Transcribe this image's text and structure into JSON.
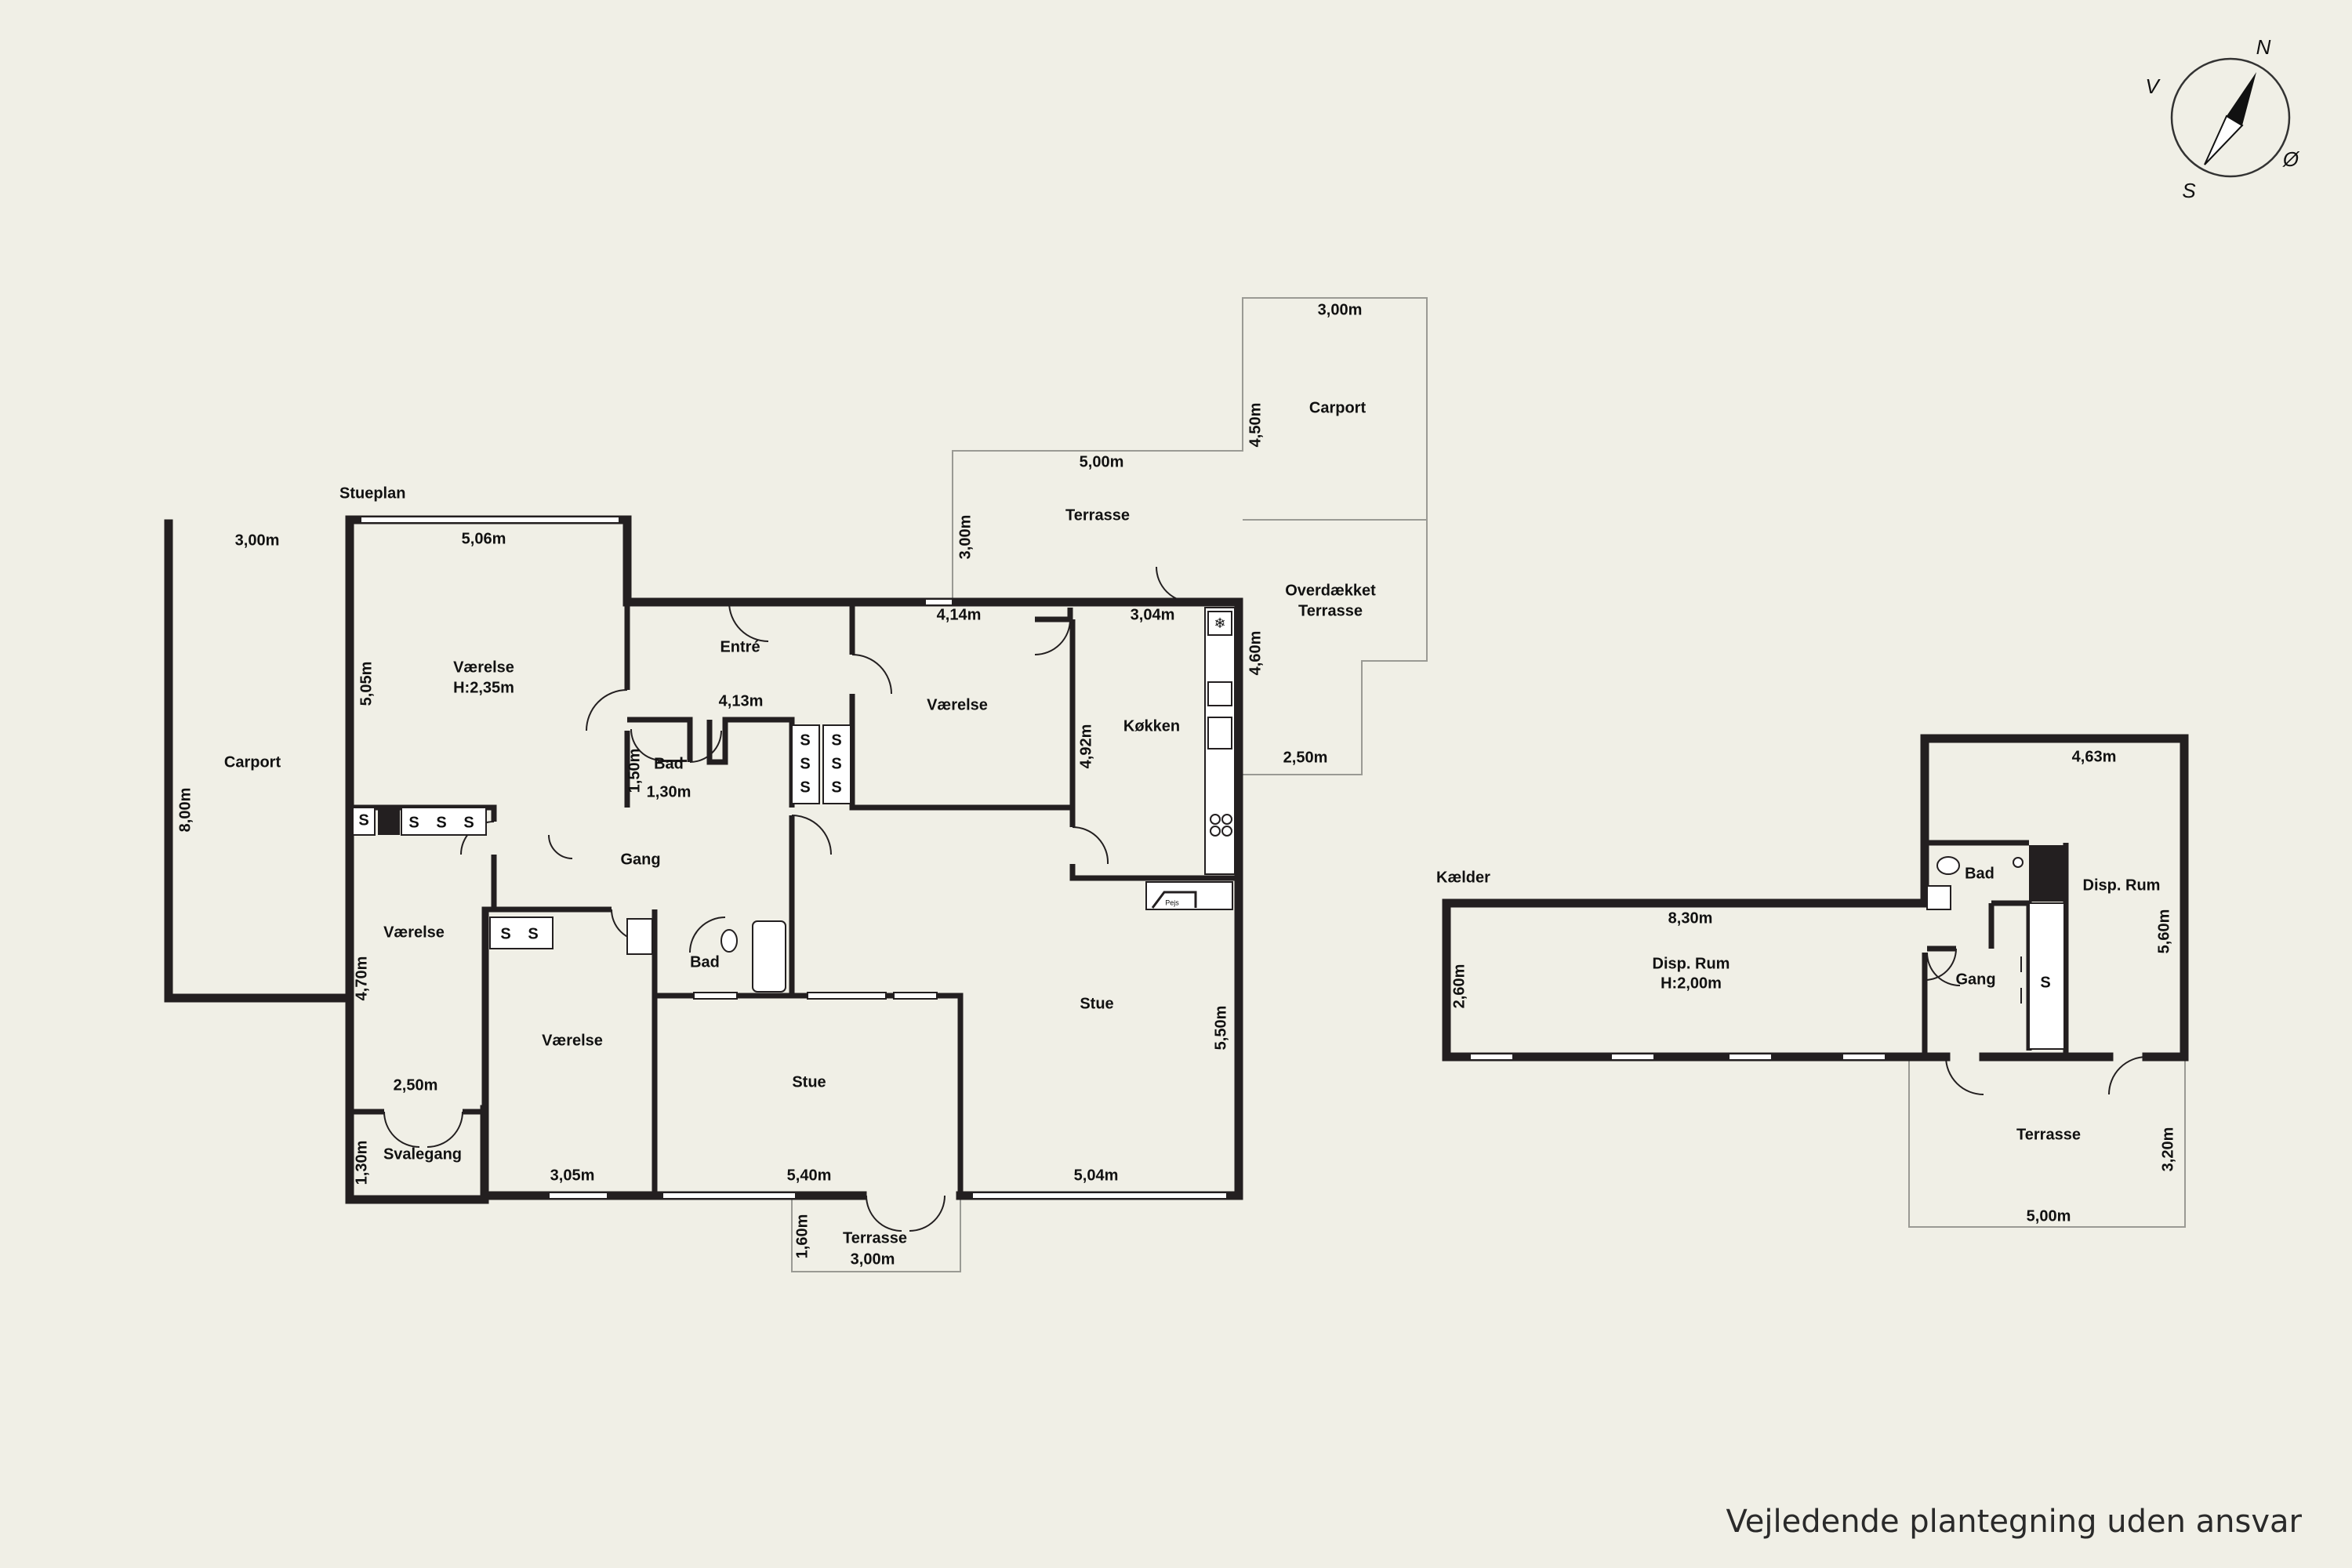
{
  "floors": {
    "ground": "Stueplan",
    "basement": "Kælder"
  },
  "compass": {
    "n": "N",
    "s": "S",
    "e": "Ø",
    "w": "V"
  },
  "rooms": {
    "carport_left": "Carport",
    "vaerelse_main": "Værelse",
    "vaerelse_main_height": "H:2,35m",
    "entre": "Entré",
    "bad_small": "Bad",
    "vaerelse_mid": "Værelse",
    "kokken": "Køkken",
    "gang": "Gang",
    "vaerelse_sw": "Værelse",
    "vaerelse_s": "Værelse",
    "bad_main": "Bad",
    "stue_left": "Stue",
    "stue_right": "Stue",
    "svalegang": "Svalegang",
    "terrasse_south": "Terrasse",
    "terrasse_north": "Terrasse",
    "carport_right": "Carport",
    "overdaekket": "Overdækket",
    "overdaekket2": "Terrasse",
    "pejs": "Pejs",
    "disp_rum_big": "Disp. Rum",
    "disp_rum_big_height": "H:2,00m",
    "bad_base": "Bad",
    "gang_base": "Gang",
    "disp_rum_small": "Disp. Rum",
    "terrasse_base": "Terrasse"
  },
  "closet_letter": "S",
  "dimensions": {
    "carport_left_w": "3,00m",
    "carport_left_h": "8,00m",
    "vaerelse_main_w": "5,06m",
    "vaerelse_main_h": "5,05m",
    "entre_w": "4,13m",
    "bad_small_h": "1,50m",
    "bad_small_w": "1,30m",
    "vaerelse_mid_w": "4,14m",
    "kokken_w": "3,04m",
    "kokken_h": "4,92m",
    "vaerelse_sw_h": "4,70m",
    "vaerelse_sw_w": "2,50m",
    "svalegang_h": "1,30m",
    "vaerelse_s_w": "3,05m",
    "stue_left_w": "5,40m",
    "stue_right_w": "5,04m",
    "stue_right_h": "5,50m",
    "terrasse_south_h": "1,60m",
    "terrasse_south_w": "3,00m",
    "terrasse_north_w": "5,00m",
    "terrasse_north_h": "3,00m",
    "carport_right_w": "3,00m",
    "carport_right_h": "4,50m",
    "overdaekket_h": "4,60m",
    "overdaekket_w": "2,50m",
    "disp_big_w": "8,30m",
    "disp_big_h": "2,60m",
    "disp_small_w": "4,63m",
    "disp_small_h": "5,60m",
    "terrasse_base_h": "3,20m",
    "terrasse_base_w": "5,00m"
  },
  "disclaimer": "Vejledende plantegning uden ansvar"
}
